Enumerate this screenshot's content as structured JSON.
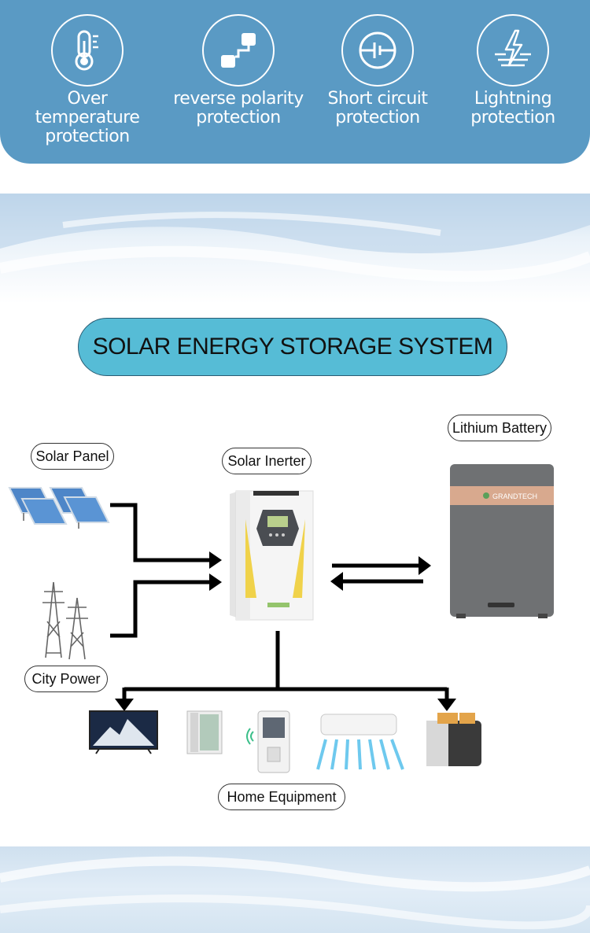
{
  "features": [
    {
      "icon": "thermometer-icon",
      "line1": "Over temperature",
      "line2": "protection"
    },
    {
      "icon": "plug-icon",
      "line1": "reverse polarity",
      "line2": "protection"
    },
    {
      "icon": "circuit-icon",
      "line1": "Short circuit",
      "line2": "protection"
    },
    {
      "icon": "lightning-icon",
      "line1": "Lightning",
      "line2": "protection"
    }
  ],
  "title": "SOLAR ENERGY STORAGE SYSTEM",
  "labels": {
    "solar_panel": "Solar Panel",
    "city_power": "City Power",
    "solar_inverter": "Solar Inerter",
    "lithium_battery": "Lithium Battery",
    "home_equipment": "Home Equipment"
  },
  "battery_brand": "GRANDTECH",
  "colors": {
    "banner": "#5a9ac4",
    "title_pill": "#56bcd6",
    "battery": "#6f7173",
    "battery_band": "#d8a98e",
    "inverter_accent": "#f0d24a"
  }
}
